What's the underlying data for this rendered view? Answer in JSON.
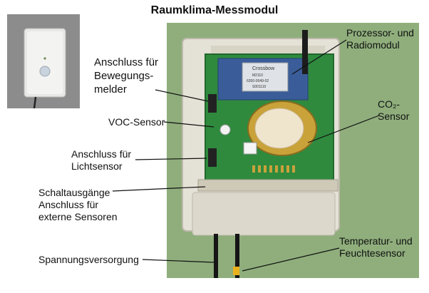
{
  "title": "Raumklima-Messmodul",
  "labels": {
    "anschluss_bewegung": "Anschluss für\nBewegungs-\nmelder",
    "voc": "VOC-Sensor",
    "anschluss_licht": "Anschluss für\nLichtsensor",
    "schalt": "Schaltausgänge\nAnschluss für\nexterne Sensoren",
    "spannung": "Spannungsversorgung",
    "prozessor": "Prozessor- und\nRadiomodul",
    "co2": "CO₂-\nSensor",
    "temp": "Temperatur- und\nFeuchtesensor"
  },
  "chip_text": [
    "Crossbow",
    "M2110",
    "6350-0049-02",
    "S001110"
  ],
  "colors": {
    "pcb_green": "#2f8a3e",
    "module_blue": "#3a5d9a",
    "enclosure": "#e4e1d6",
    "sensor_gold": "#c9a23a"
  }
}
